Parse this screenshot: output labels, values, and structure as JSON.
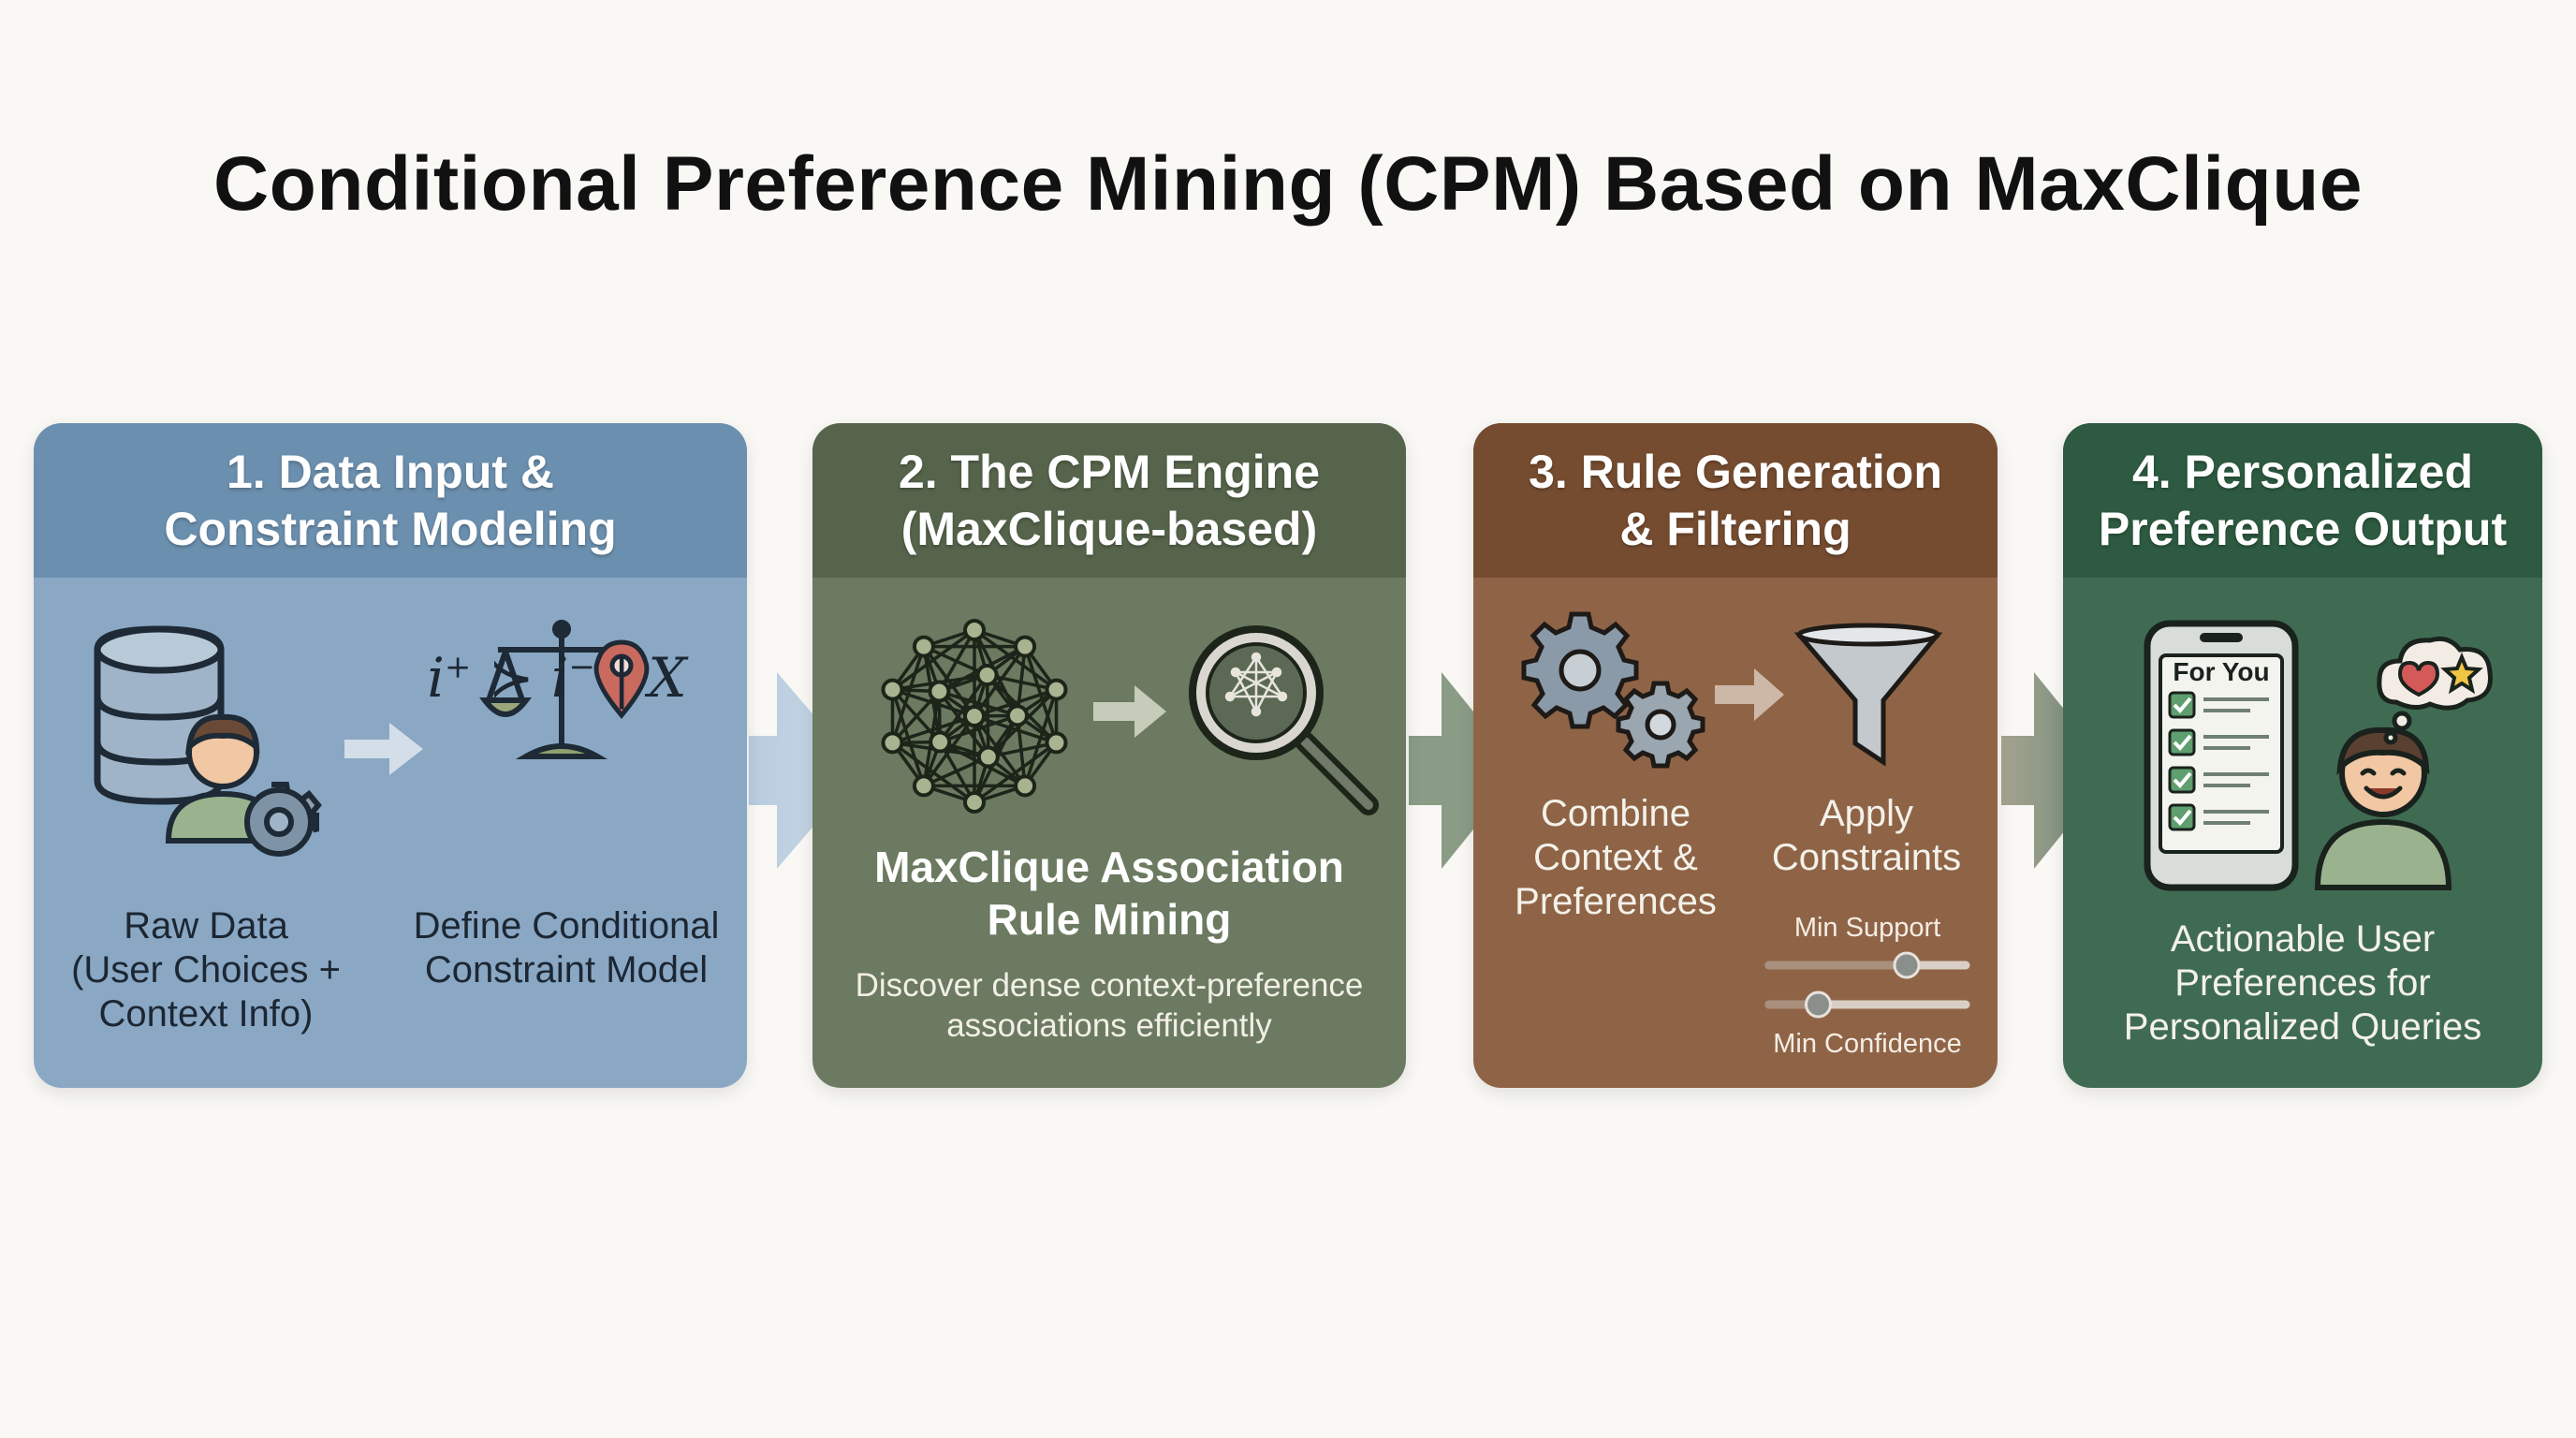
{
  "title": "Conditional Preference Mining (CPM) Based on MaxClique",
  "colors": {
    "step1": "#6b8fae",
    "step2": "#56644b",
    "step3": "#754c30",
    "step4": "#2d5a40"
  },
  "steps": [
    {
      "heading": "1. Data Input &\nConstraint Modeling",
      "items": [
        {
          "icon": "database-user-gear-icon",
          "caption": "Raw Data\n(User Choices +\nContext Info)"
        },
        {
          "icon": "balance-scale-location-icon",
          "caption": "Define Conditional\nConstraint Model"
        }
      ],
      "formula": {
        "left": "i",
        "left_sup": "+",
        "relation": "≻",
        "right": "i",
        "right_sup": "−",
        "condition": "| X"
      }
    },
    {
      "heading": "2. The CPM Engine\n(MaxClique-based)",
      "icons": [
        "network-graph-icon",
        "magnifier-network-icon"
      ],
      "label": "MaxClique Association\nRule Mining",
      "description": "Discover dense context-preference\nassociations efficiently"
    },
    {
      "heading": "3. Rule Generation\n& Filtering",
      "items": [
        {
          "icon": "gears-icon",
          "caption": "Combine\nContext &\nPreferences"
        },
        {
          "icon": "funnel-icon",
          "caption": "Apply\nConstraints"
        }
      ],
      "sliders": [
        {
          "label": "Min Support",
          "value": 0.7
        },
        {
          "label": "Min Confidence",
          "value": 0.25
        }
      ]
    },
    {
      "heading": "4. Personalized\nPreference Output",
      "phone_label": "For You",
      "checklist_count": 4,
      "icons": [
        "phone-checklist-icon",
        "happy-user-icon",
        "heart-star-bubble-icon"
      ],
      "caption": "Actionable User\nPreferences for\nPersonalized Queries"
    }
  ]
}
